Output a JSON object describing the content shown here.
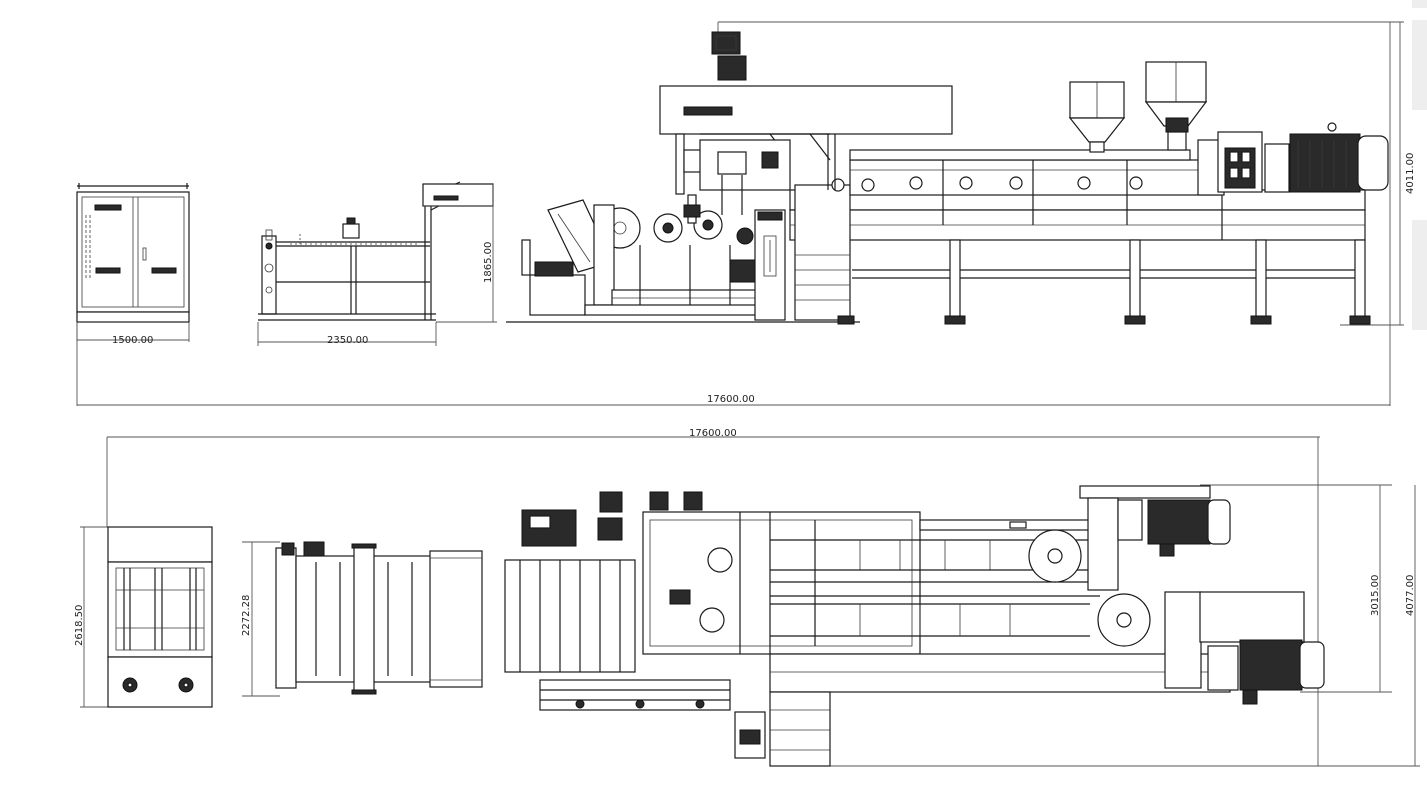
{
  "elevation_view": {
    "total_length": "17600.00",
    "overall_height": "4011.00",
    "control_cabinet_width": "1500.00",
    "winder_length": "2350.00",
    "winder_height": "1865.00"
  },
  "plan_view": {
    "total_length": "17600.00",
    "overall_width": "4077.00",
    "extruder_width": "3015.00",
    "control_cabinet_depth": "2618.50",
    "winder_width": "2272.28"
  }
}
